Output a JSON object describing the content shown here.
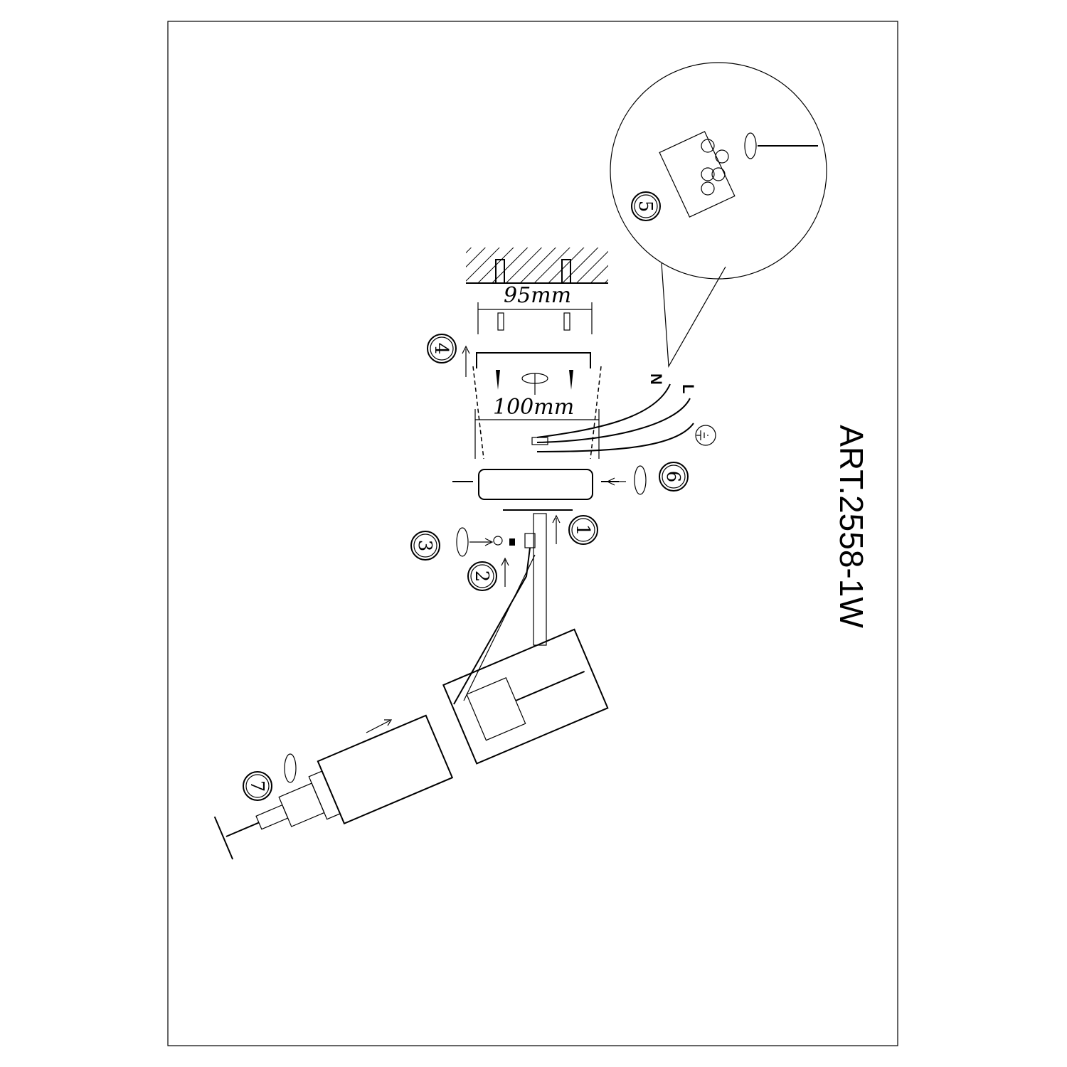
{
  "title": "ART.2558-1W",
  "dimensions": {
    "hole_spacing": "95mm",
    "plate_width": "100mm"
  },
  "wire_labels": {
    "neutral": "N",
    "live": "L",
    "ground_icon": "ground-symbol-icon"
  },
  "steps": [
    "1",
    "2",
    "3",
    "4",
    "5",
    "6",
    "7"
  ]
}
